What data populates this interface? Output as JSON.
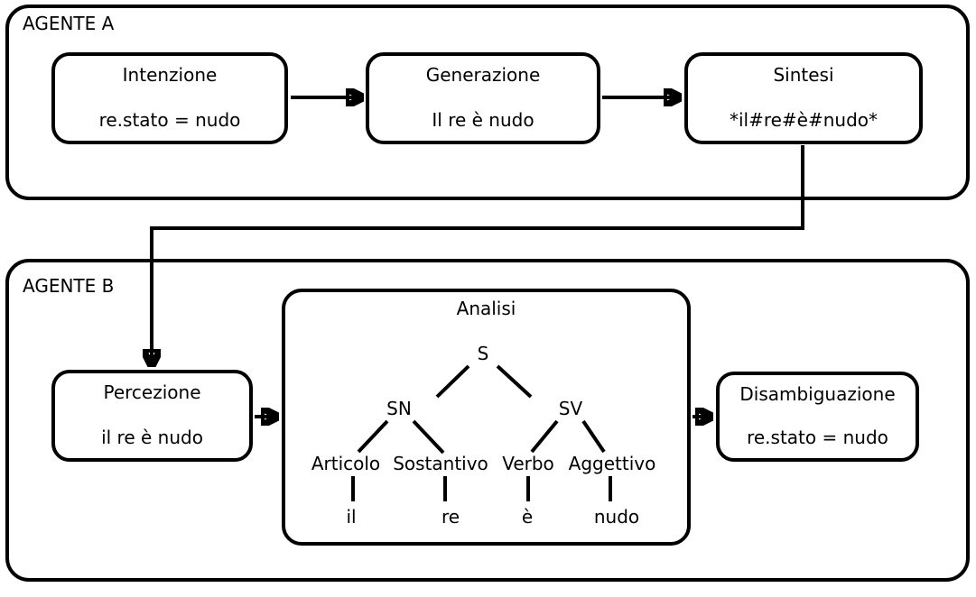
{
  "diagram": {
    "type": "flow-diagram",
    "colors": {
      "line": "#000000",
      "background": "#ffffff",
      "text": "#000000"
    }
  },
  "agents": {
    "a": {
      "label": "AGENTE A",
      "nodes": {
        "intenzione": {
          "title": "Intenzione",
          "value": "re.stato = nudo"
        },
        "generazione": {
          "title": "Generazione",
          "value": "Il re è nudo"
        },
        "sintesi": {
          "title": "Sintesi",
          "value": "*il#re#è#nudo*"
        }
      }
    },
    "b": {
      "label": "AGENTE B",
      "nodes": {
        "percezione": {
          "title": "Percezione",
          "value": "il re è nudo"
        },
        "analisi": {
          "title": "Analisi",
          "tree": {
            "s": "S",
            "sn": "SN",
            "sv": "SV",
            "articolo": "Articolo",
            "sostantivo": "Sostantivo",
            "verbo": "Verbo",
            "aggettivo": "Aggettivo",
            "il": "il",
            "re": "re",
            "e": "è",
            "nudo": "nudo"
          }
        },
        "disambiguazione": {
          "title": "Disambiguazione",
          "value": "re.stato = nudo"
        }
      }
    }
  }
}
